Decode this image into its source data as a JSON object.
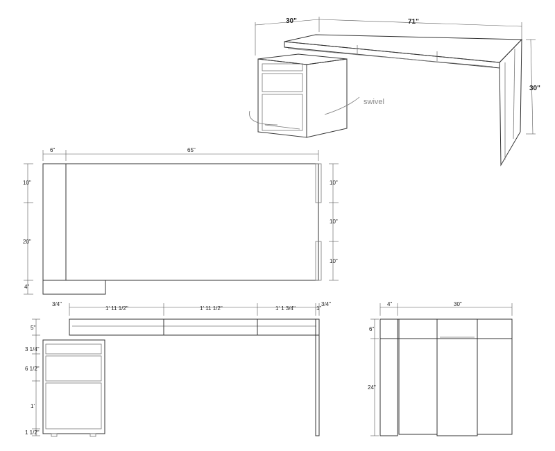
{
  "iso_view": {
    "dims": {
      "depth": "30\"",
      "length": "71\"",
      "height": "30\""
    },
    "swivel_label": "swivel"
  },
  "top_view": {
    "dims": {
      "left_width": "6\"",
      "top_length": "65\"",
      "left_a": "10\"",
      "left_b": "20\"",
      "left_c": "4\"",
      "right_a": "10\"",
      "right_b": "10\"",
      "right_c": "10\""
    }
  },
  "front_view": {
    "dims": {
      "left_small": "3/4\"",
      "seg1": "1' 11 1/2\"",
      "seg2": "1' 11 1/2\"",
      "seg3": "1' 1 3/4\"",
      "right_small": "3/4\"",
      "right_leg": "1\"",
      "v1": "5\"",
      "v2": "3 1/4\"",
      "v3": "6 1/2\"",
      "v4": "1'",
      "v5": "1 1/2\""
    }
  },
  "side_view": {
    "dims": {
      "top_small": "4\"",
      "top_depth": "30\"",
      "v1": "6\"",
      "v2": "24\""
    }
  }
}
